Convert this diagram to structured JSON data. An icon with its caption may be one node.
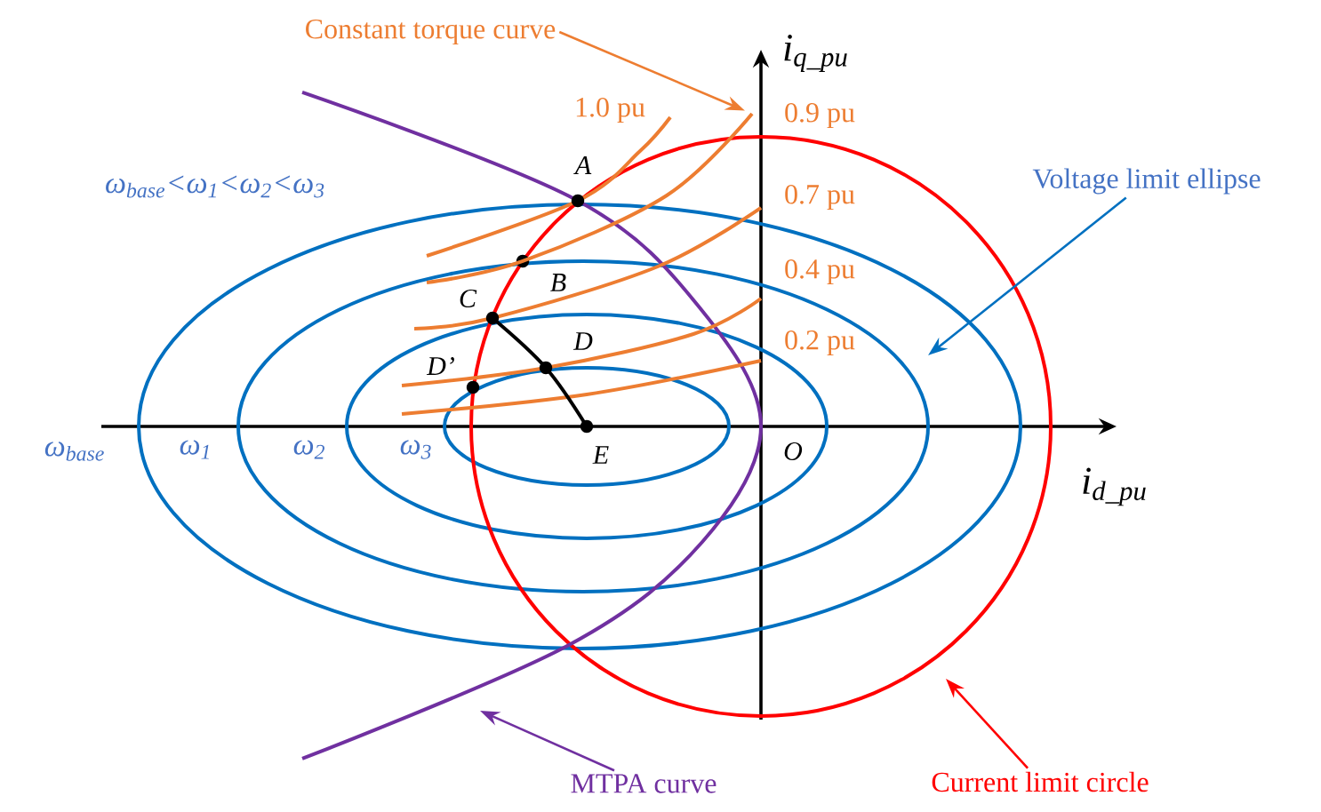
{
  "diagram": {
    "nodes": [
      {
        "text": [
          "Constant torque curve"
        ]
      },
      {
        "text": [
          "Voltage limit ellipse"
        ]
      },
      {
        "text": [
          "MTPA curve"
        ]
      },
      {
        "text": [
          "Current limit circle"
        ]
      },
      {
        "text": [],
        "shape": "curve"
      }
    ],
    "edges": [
      {
        "from": 0,
        "to": 4,
        "arrow": "to",
        "color": "#ed7d31"
      },
      {
        "from": 1,
        "to": null,
        "arrow": "to",
        "color": "#0070c0"
      },
      {
        "from": 2,
        "to": null,
        "arrow": "to",
        "color": "#7030a0"
      },
      {
        "from": 3,
        "to": null,
        "arrow": "to",
        "color": "#ff0000"
      }
    ],
    "labels": [
      "i$_{q_pu}$",
      "1.0 pu",
      "0.9 pu",
      "A",
      "ω$_{base}$<ω$_{1}$<ω$_{2}$<ω$_{3}$",
      "0.7 pu",
      "B",
      "0.4 pu",
      "C",
      "D",
      "0.2 pu",
      "D’",
      "ω$_{base}$",
      "ω$_{1}$",
      "ω$_{2}$",
      "ω$_{3}$",
      "E",
      "O",
      "i$_{d_pu}$"
    ]
  }
}
